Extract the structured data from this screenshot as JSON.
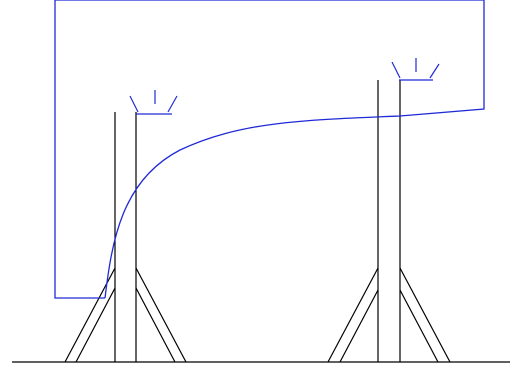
{
  "diagram": {
    "elements": [
      "ground-line",
      "left-tower",
      "right-tower",
      "left-lamp",
      "right-lamp",
      "blue-cable-loop",
      "blue-curve-cable"
    ]
  },
  "colors": {
    "background": "#ffffff",
    "structure": "#000000",
    "cable": "#1f2ad6"
  }
}
